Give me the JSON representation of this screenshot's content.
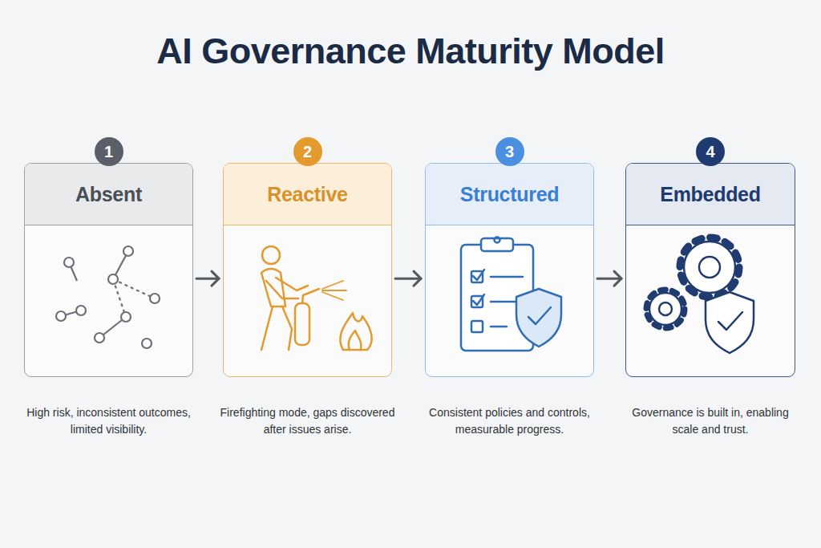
{
  "diagram": {
    "title": "AI Governance Maturity Model",
    "nodes": [
      {
        "text": [
          "Absent",
          "High risk, inconsistent outcomes, limited visibility."
        ]
      },
      {
        "text": [
          "1"
        ],
        "in": 0
      },
      {
        "text": [
          "Reactive",
          "Firefighting mode, gaps discovered after issues arise."
        ]
      },
      {
        "text": [
          "2"
        ],
        "in": 2
      },
      {
        "text": [
          "Structured",
          "Consistent policies and controls, measurable progress."
        ]
      },
      {
        "text": [
          "3"
        ],
        "in": 4
      },
      {
        "text": [
          "Embedded",
          "Governance is built in, enabling scale and trust."
        ]
      },
      {
        "text": [
          "4"
        ],
        "in": 6
      }
    ],
    "edges": [
      {
        "from": 0,
        "to": 2,
        "arrow": "to"
      },
      {
        "from": 2,
        "to": 4,
        "arrow": "to"
      },
      {
        "from": 4,
        "to": 6,
        "arrow": "to"
      }
    ]
  }
}
